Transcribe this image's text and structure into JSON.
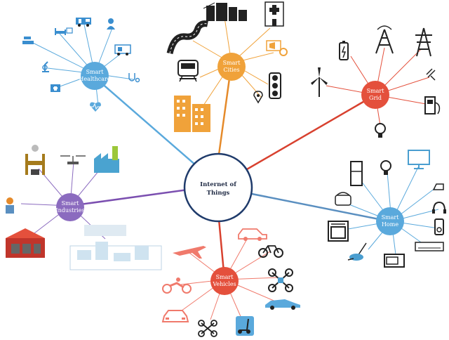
{
  "center": {
    "line1": "Internet of",
    "line2": "Things"
  },
  "domains": {
    "healthcare": {
      "line1": "Smart",
      "line2": "Healthcare",
      "color": "#5aa9dc"
    },
    "cities": {
      "line1": "Smart",
      "line2": "Cities",
      "color": "#f0a23a"
    },
    "grid": {
      "line1": "Smart",
      "line2": "Grid",
      "color": "#e4503c"
    },
    "industries": {
      "line1": "Smart",
      "line2": "Industries",
      "color": "#8b6bbf"
    },
    "home": {
      "line1": "Smart",
      "line2": "Home",
      "color": "#5aa9dc"
    },
    "vehicles": {
      "line1": "Smart",
      "line2": "Vehicles",
      "color": "#e4503c"
    }
  },
  "link_colors": {
    "healthcare": "#5aa9dc",
    "cities": "#e58a2a",
    "grid": "#d8412f",
    "industries": "#7b4fb0",
    "home": "#5a8fc0",
    "vehicles": "#d8412f"
  },
  "center_color": "#1f3b6b"
}
